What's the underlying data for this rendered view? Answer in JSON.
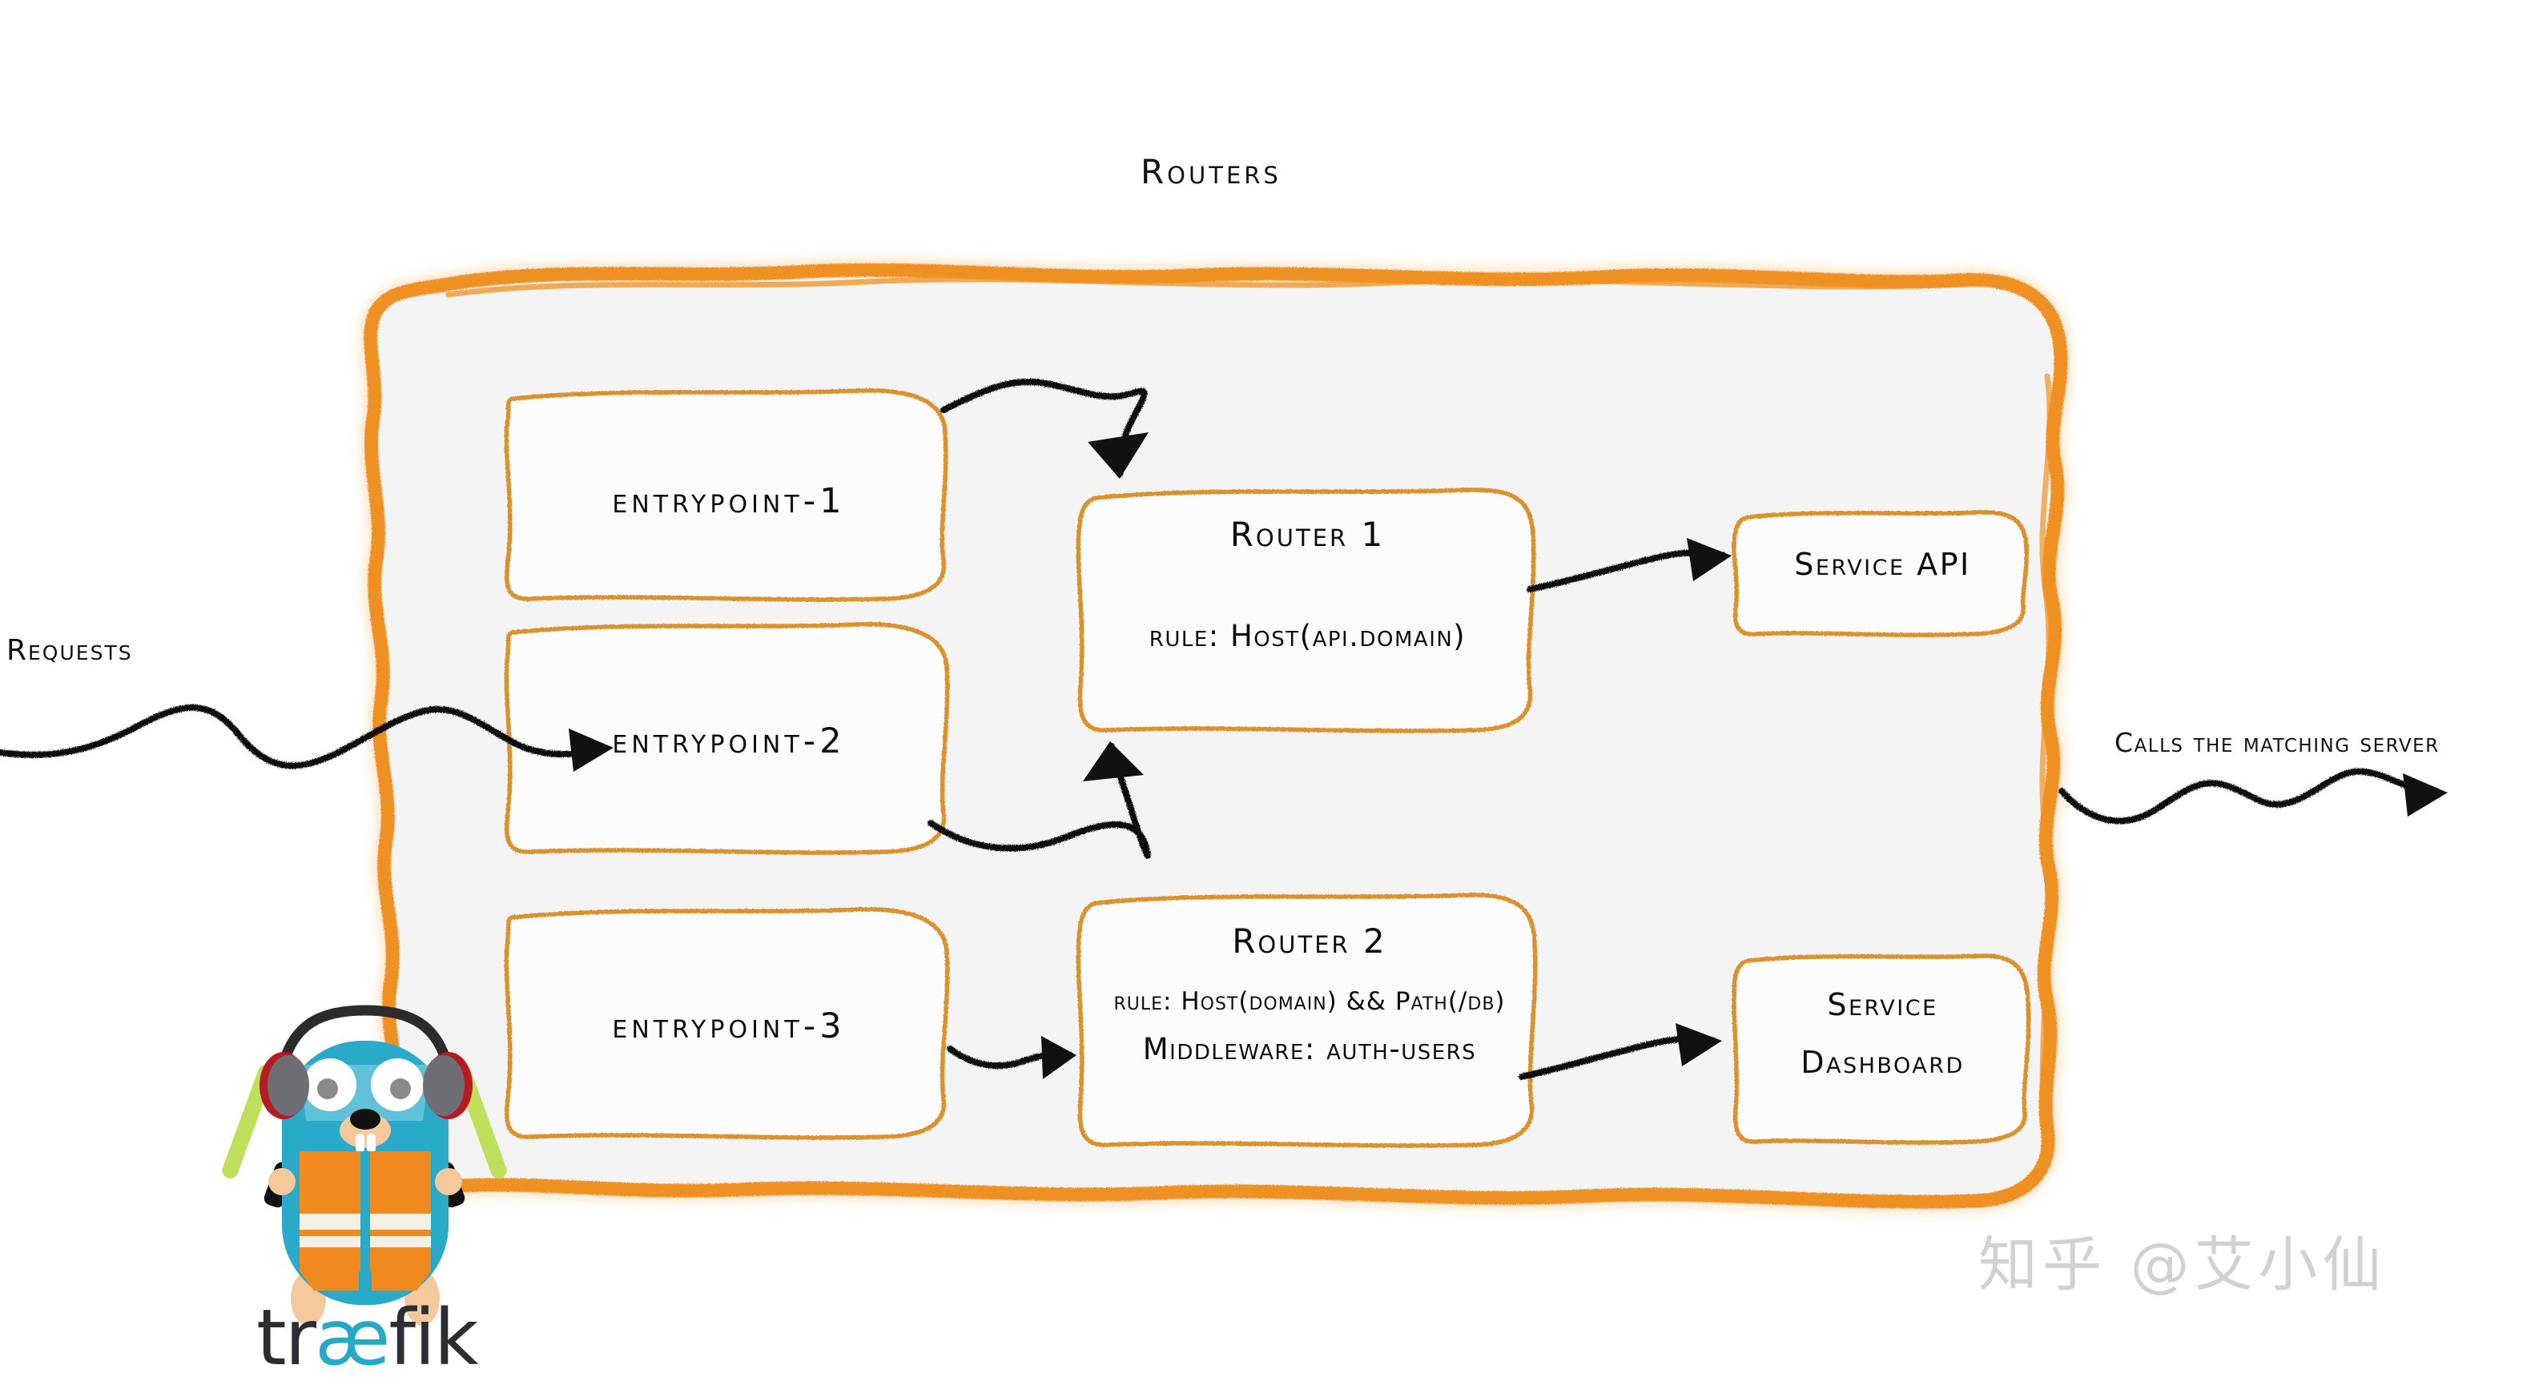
{
  "diagram": {
    "title": "Routers",
    "brand": {
      "name": "træfik",
      "wordmark_prefix": "tr",
      "wordmark_ligature": "æ",
      "wordmark_suffix": "fik"
    },
    "watermark": "知乎 @艾小仙",
    "colors": {
      "accent_orange": "#EF9122",
      "box_border_orange": "#D9922F",
      "container_fill": "#F4F4F4",
      "box_fill": "#FCFCFC",
      "arrow_black": "#111111",
      "gopher_body": "#29AAC8",
      "gopher_vest": "#F08A1E",
      "gopher_wand": "#BEE05A",
      "watermark_gray": "#C9C9C9"
    }
  },
  "labels": {
    "requests": "Requests",
    "calls_matching_server": "Calls the matching server"
  },
  "entrypoints": [
    {
      "id": "entrypoint-1",
      "label": "entrypoint-1"
    },
    {
      "id": "entrypoint-2",
      "label": "entrypoint-2"
    },
    {
      "id": "entrypoint-3",
      "label": "entrypoint-3"
    }
  ],
  "routers": [
    {
      "id": "router-1",
      "title": "Router 1",
      "lines": [
        "rule: Host(api.domain)"
      ]
    },
    {
      "id": "router-2",
      "title": "Router 2",
      "lines": [
        "rule: Host(domain) && Path(/db)",
        "Middleware: auth-users"
      ]
    }
  ],
  "services": [
    {
      "id": "service-api",
      "line1": "Service API",
      "line2": ""
    },
    {
      "id": "service-dashboard",
      "line1": "Service",
      "line2": "Dashboard"
    }
  ],
  "connections": [
    {
      "from": "requests",
      "to": "routers-container"
    },
    {
      "from": "entrypoint-1",
      "to": "router-1"
    },
    {
      "from": "entrypoint-2",
      "to": "router-1"
    },
    {
      "from": "entrypoint-3",
      "to": "router-2"
    },
    {
      "from": "router-1",
      "to": "service-api"
    },
    {
      "from": "router-2",
      "to": "service-dashboard"
    },
    {
      "from": "routers-container",
      "to": "calls-matching-server"
    }
  ]
}
